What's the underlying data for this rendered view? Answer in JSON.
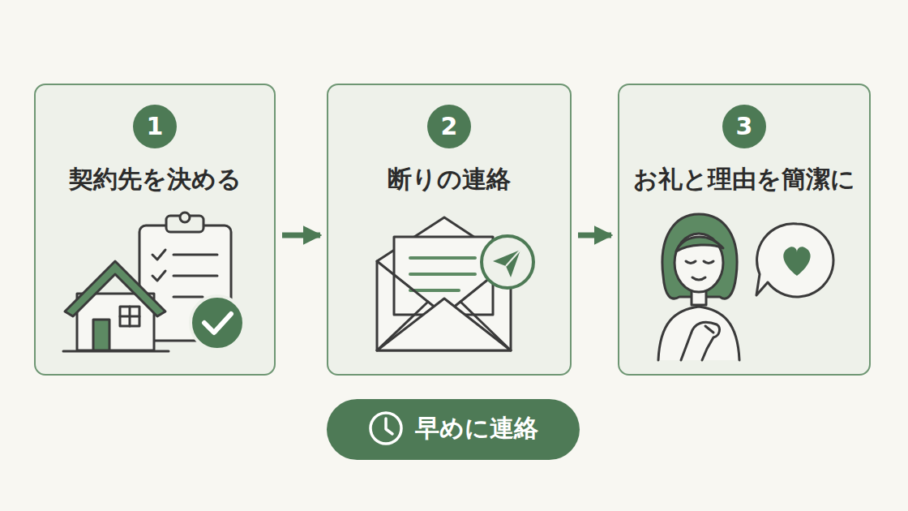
{
  "diagram": {
    "nodes": [
      {
        "text": [
          "契約先を決める"
        ]
      },
      {
        "text": [
          "1"
        ],
        "in": 0
      },
      {
        "text": [
          "断りの連絡"
        ]
      },
      {
        "text": [
          "2"
        ],
        "in": 2
      },
      {
        "text": [
          "お礼と理由を簡潔に"
        ]
      },
      {
        "text": [
          "3"
        ],
        "in": 4
      },
      {
        "text": [
          "早めに連絡"
        ]
      }
    ],
    "edges": [
      {
        "from": 0,
        "to": 2,
        "arrow": "to"
      },
      {
        "from": 2,
        "to": 4,
        "arrow": "to"
      }
    ]
  }
}
